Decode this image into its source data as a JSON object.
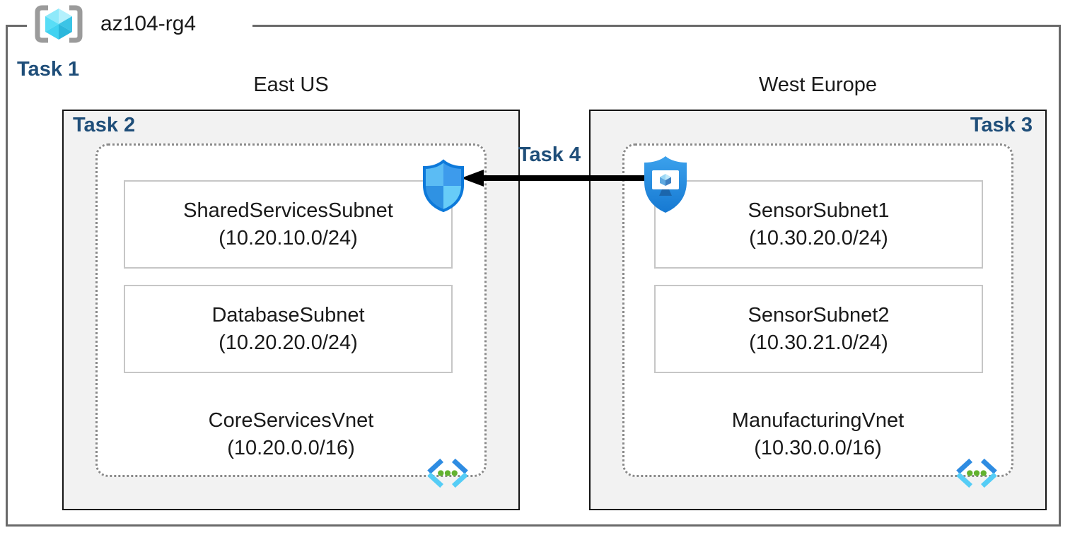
{
  "resource_group": {
    "name": "az104-rg4"
  },
  "tasks": {
    "task1": "Task 1",
    "task2": "Task 2",
    "task3": "Task 3",
    "task4": "Task 4"
  },
  "regions": [
    {
      "name": "East US",
      "vnet_name": "CoreServicesVnet",
      "vnet_cidr": "(10.20.0.0/16)",
      "subnets": [
        {
          "name": "SharedServicesSubnet",
          "cidr": "(10.20.10.0/24)"
        },
        {
          "name": "DatabaseSubnet",
          "cidr": "(10.20.20.0/24)"
        }
      ]
    },
    {
      "name": "West Europe",
      "vnet_name": "ManufacturingVnet",
      "vnet_cidr": "(10.30.0.0/16)",
      "subnets": [
        {
          "name": "SensorSubnet1",
          "cidr": "(10.30.20.0/24)"
        },
        {
          "name": "SensorSubnet2",
          "cidr": "(10.30.21.0/24)"
        }
      ]
    }
  ],
  "icons": {
    "resource_group": "resource-group-icon",
    "nsg_shield": "network-security-group-shield-icon",
    "protected_vm": "bastion-protected-vm-shield-icon",
    "virtual_network": "virtual-network-icon",
    "arrow": "peering-arrow-left-icon"
  },
  "colors": {
    "task_label": "#1f4e79",
    "outer_border": "#6a6a6a",
    "region_fill": "#f2f2f2",
    "region_border": "#141414",
    "subnet_border": "#c6c6c6",
    "dotted_border": "#8a8a8a",
    "shield_border_blue": "#0d79da",
    "shield_fill_blue": "#2389df",
    "vnet_bracket_blue": "#2e8ce2",
    "vnet_bracket_cyan": "#55cdf6",
    "vnet_dot_green": "#63b22f",
    "cube_cyan": "#4fd9f4",
    "arrow_black": "#000000"
  }
}
